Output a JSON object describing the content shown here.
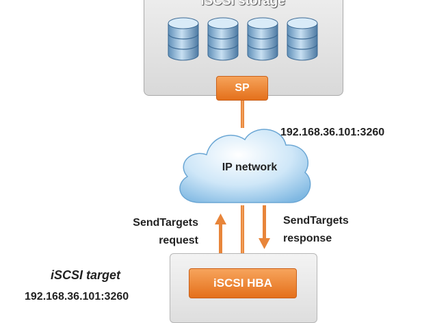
{
  "storage": {
    "title": "iSCSI storage",
    "disk_count": 4
  },
  "sp": {
    "label": "SP"
  },
  "network": {
    "label": "IP network",
    "address_top": "192.168.36.101:3260"
  },
  "request": {
    "line1": "SendTargets",
    "line2": "request"
  },
  "response": {
    "line1": "SendTargets",
    "line2": "response"
  },
  "hba": {
    "label": "iSCSI HBA"
  },
  "target": {
    "title": "iSCSI target",
    "address": "192.168.36.101:3260"
  },
  "colors": {
    "accent_orange": "#e9782a",
    "cloud_blue": "#a9d4f2",
    "box_grey": "#dedede"
  }
}
